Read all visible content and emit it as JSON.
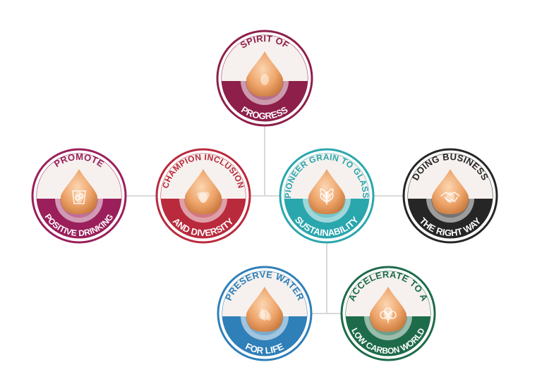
{
  "colors": {
    "connector": "#d9d9d9",
    "drop_light": "#f7c49a",
    "drop_dark": "#d98a4e",
    "disc_bg": "#f3ede9"
  },
  "badges": [
    {
      "id": "spirit-of-progress",
      "top_text": "SPIRIT OF",
      "bottom_text": "PROGRESS",
      "color": "#8e1f4a",
      "icon": "none"
    },
    {
      "id": "promote-positive-drinking",
      "top_text": "PROMOTE",
      "bottom_text": "POSITIVE DRINKING",
      "color": "#9a1f5b",
      "icon": "glass-icon"
    },
    {
      "id": "champion-inclusion",
      "top_text": "CHAMPION INCLUSION",
      "bottom_text": "AND DIVERSITY",
      "color": "#b92a3c",
      "icon": "heart-icon"
    },
    {
      "id": "pioneer-grain-to-glass",
      "top_text": "PIONEER GRAIN TO GLASS",
      "bottom_text": "SUSTAINABILITY",
      "color": "#2aa6ad",
      "icon": "leaf-icon"
    },
    {
      "id": "doing-business",
      "top_text": "DOING BUSINESS",
      "bottom_text": "THE RIGHT WAY",
      "color": "#262626",
      "icon": "handshake-icon"
    },
    {
      "id": "preserve-water",
      "top_text": "PRESERVE WATER",
      "bottom_text": "FOR LIFE",
      "color": "#2f7fb8",
      "icon": "water-drops-icon"
    },
    {
      "id": "accelerate-low-carbon",
      "top_text": "ACCELERATE TO A",
      "bottom_text": "LOW CARBON WORLD",
      "color": "#1e6b4a",
      "icon": "tree-icon"
    }
  ]
}
